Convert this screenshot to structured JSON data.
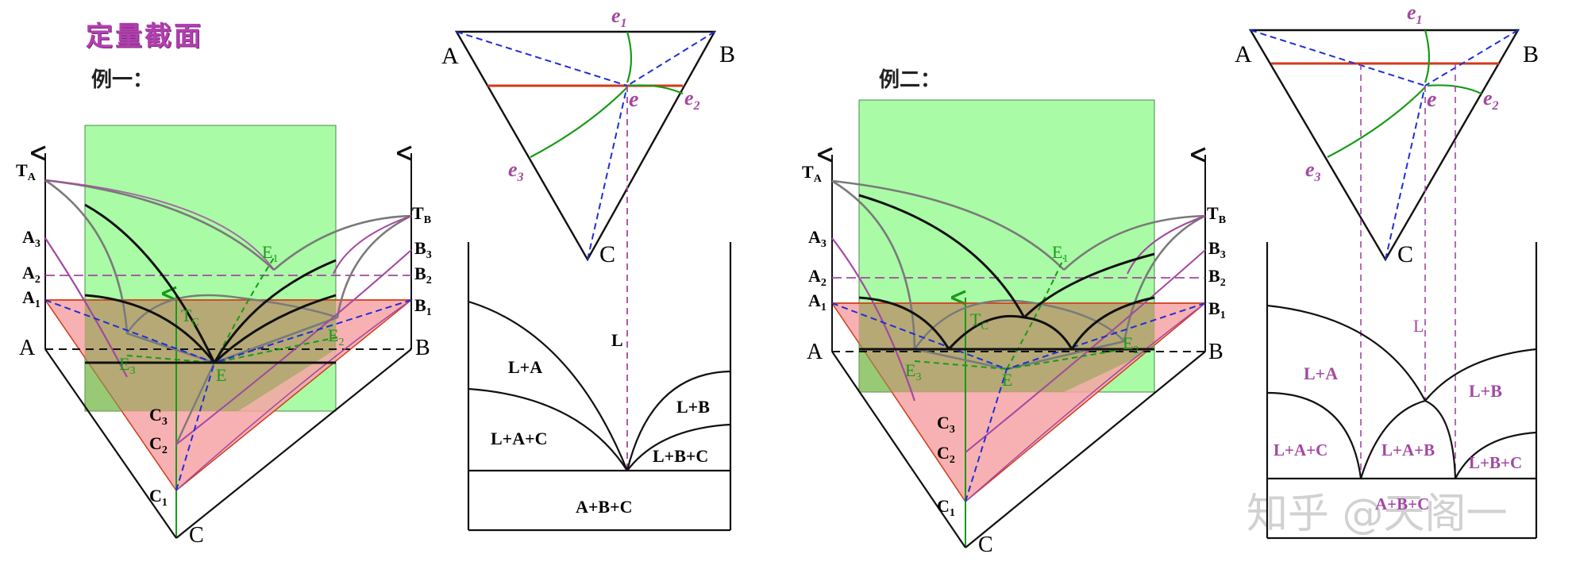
{
  "title": "定量截面",
  "example1": "例一：",
  "example2": "例二：",
  "watermark": "知乎 @天阁一",
  "labels": {
    "A": "A",
    "B": "B",
    "C": "C",
    "TA": "T",
    "TA_sub": "A",
    "TB": "T",
    "TB_sub": "B",
    "A1": "A",
    "A1_sub": "1",
    "A2": "A",
    "A2_sub": "2",
    "A3": "A",
    "A3_sub": "3",
    "B1": "B",
    "B1_sub": "1",
    "B2": "B",
    "B2_sub": "2",
    "B3": "B",
    "B3_sub": "3",
    "C1": "C",
    "C1_sub": "1",
    "C2": "C",
    "C2_sub": "2",
    "C3": "C",
    "C3_sub": "3",
    "E": "E",
    "E1": "E",
    "E1_sub": "1",
    "E2": "E",
    "E2_sub": "2",
    "E3": "E",
    "E3_sub": "3",
    "TC": "T",
    "TC_sub": "C",
    "e": "e",
    "e1": "e",
    "e1_sub": "1",
    "e2": "e",
    "e2_sub": "2",
    "e3": "e",
    "e3_sub": "3"
  },
  "section1": {
    "L": "L",
    "LA": "L+A",
    "LB": "L+B",
    "LAC": "L+A+C",
    "LBC": "L+B+C",
    "ABC": "A+B+C"
  },
  "section2": {
    "L": "L",
    "LA": "L+A",
    "LB": "L+B",
    "LAC": "L+A+C",
    "LAB": "L+A+B",
    "LBC": "L+B+C",
    "ABC": "A+B+C"
  },
  "colors": {
    "green_fill": "#a9fba5",
    "pink_fill": "#f7a3a5",
    "purple": "#a348a1",
    "green_line": "#179b17",
    "blue_dash": "#1f2fd6",
    "red_line": "#d23a1a"
  }
}
